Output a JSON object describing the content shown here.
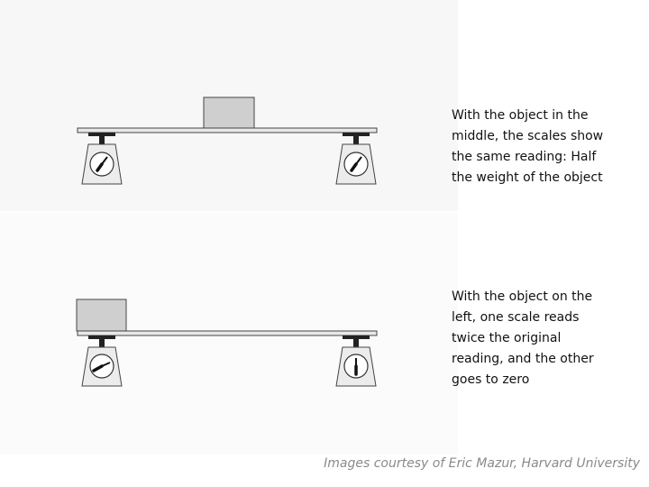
{
  "captions": {
    "top": "With the object in the\nmiddle, the scales show\nthe same reading:  Half\nthe weight of the object",
    "bottom": "With the object on the\nleft, one scale reads\ntwice the original\nreading, and the other\ngoes to zero"
  },
  "credit": "Images courtesy of Eric Mazur, Harvard University",
  "colors": {
    "outline": "#333333",
    "object_fill": "#cfcfcf",
    "plank_fill": "#e8e8e8",
    "scale_fill": "#ececec"
  }
}
